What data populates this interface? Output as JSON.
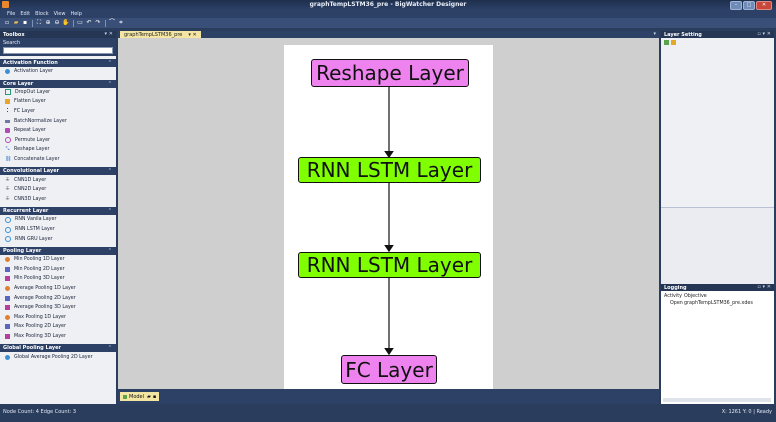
{
  "window": {
    "title": "graphTempLSTM36_pre - BigWatcher Designer"
  },
  "menu": [
    "File",
    "Edit",
    "Block",
    "View",
    "Help"
  ],
  "toolbox": {
    "title": "Toolbox",
    "search_label": "Search",
    "groups": [
      {
        "label": "Activation Function",
        "items": [
          "Activation Layer"
        ]
      },
      {
        "label": "Core Layer",
        "items": [
          "DropOut Layer",
          "Flatten Layer",
          "FC Layer",
          "BatchNormalize Layer",
          "Repeat Layer",
          "Permute Layer",
          "Reshape Layer",
          "Concatenate Layer"
        ]
      },
      {
        "label": "Convolutional Layer",
        "items": [
          "CNN1D Layer",
          "CNN2D Layer",
          "CNN3D Layer"
        ]
      },
      {
        "label": "Recurrent Layer",
        "items": [
          "RNN Vanila Layer",
          "RNN LSTM Layer",
          "RNN GRU Layer"
        ]
      },
      {
        "label": "Pooling Layer",
        "items": [
          "Min Pooling 1D Layer",
          "Min Pooling 2D Layer",
          "Min Pooling 3D Layer",
          "Average Pooling 1D Layer",
          "Average Pooling 2D Layer",
          "Average Pooling 3D Layer",
          "Max Pooling 1D Layer",
          "Max Pooling 2D Layer",
          "Max Pooling 3D Layer"
        ]
      },
      {
        "label": "Global Pooling Layer",
        "items": [
          "Global Average Pooling 2D Layer"
        ]
      }
    ]
  },
  "document": {
    "tab": "graphTempLSTM36_pre",
    "bottom_tab": "Model",
    "nodes": [
      "Reshape Layer",
      "RNN LSTM Layer",
      "RNN LSTM Layer",
      "FC Layer"
    ]
  },
  "layer_setting": {
    "title": "Layer Setting"
  },
  "logging": {
    "title": "Logging",
    "headers": [
      "Activity",
      "Objective"
    ],
    "rows": [
      {
        "activity": "Open",
        "objective": "graphTempLSTM36_pre.xdes"
      }
    ]
  },
  "status": {
    "left": "Node Count: 4   Edge Count: 3",
    "right": "X: 1261 Y: 0 | Ready"
  },
  "colors": {
    "reshape": "#ee82ee",
    "rnn": "#7fff00",
    "fc": "#ee82ee",
    "chrome": "#2b3d5c"
  }
}
